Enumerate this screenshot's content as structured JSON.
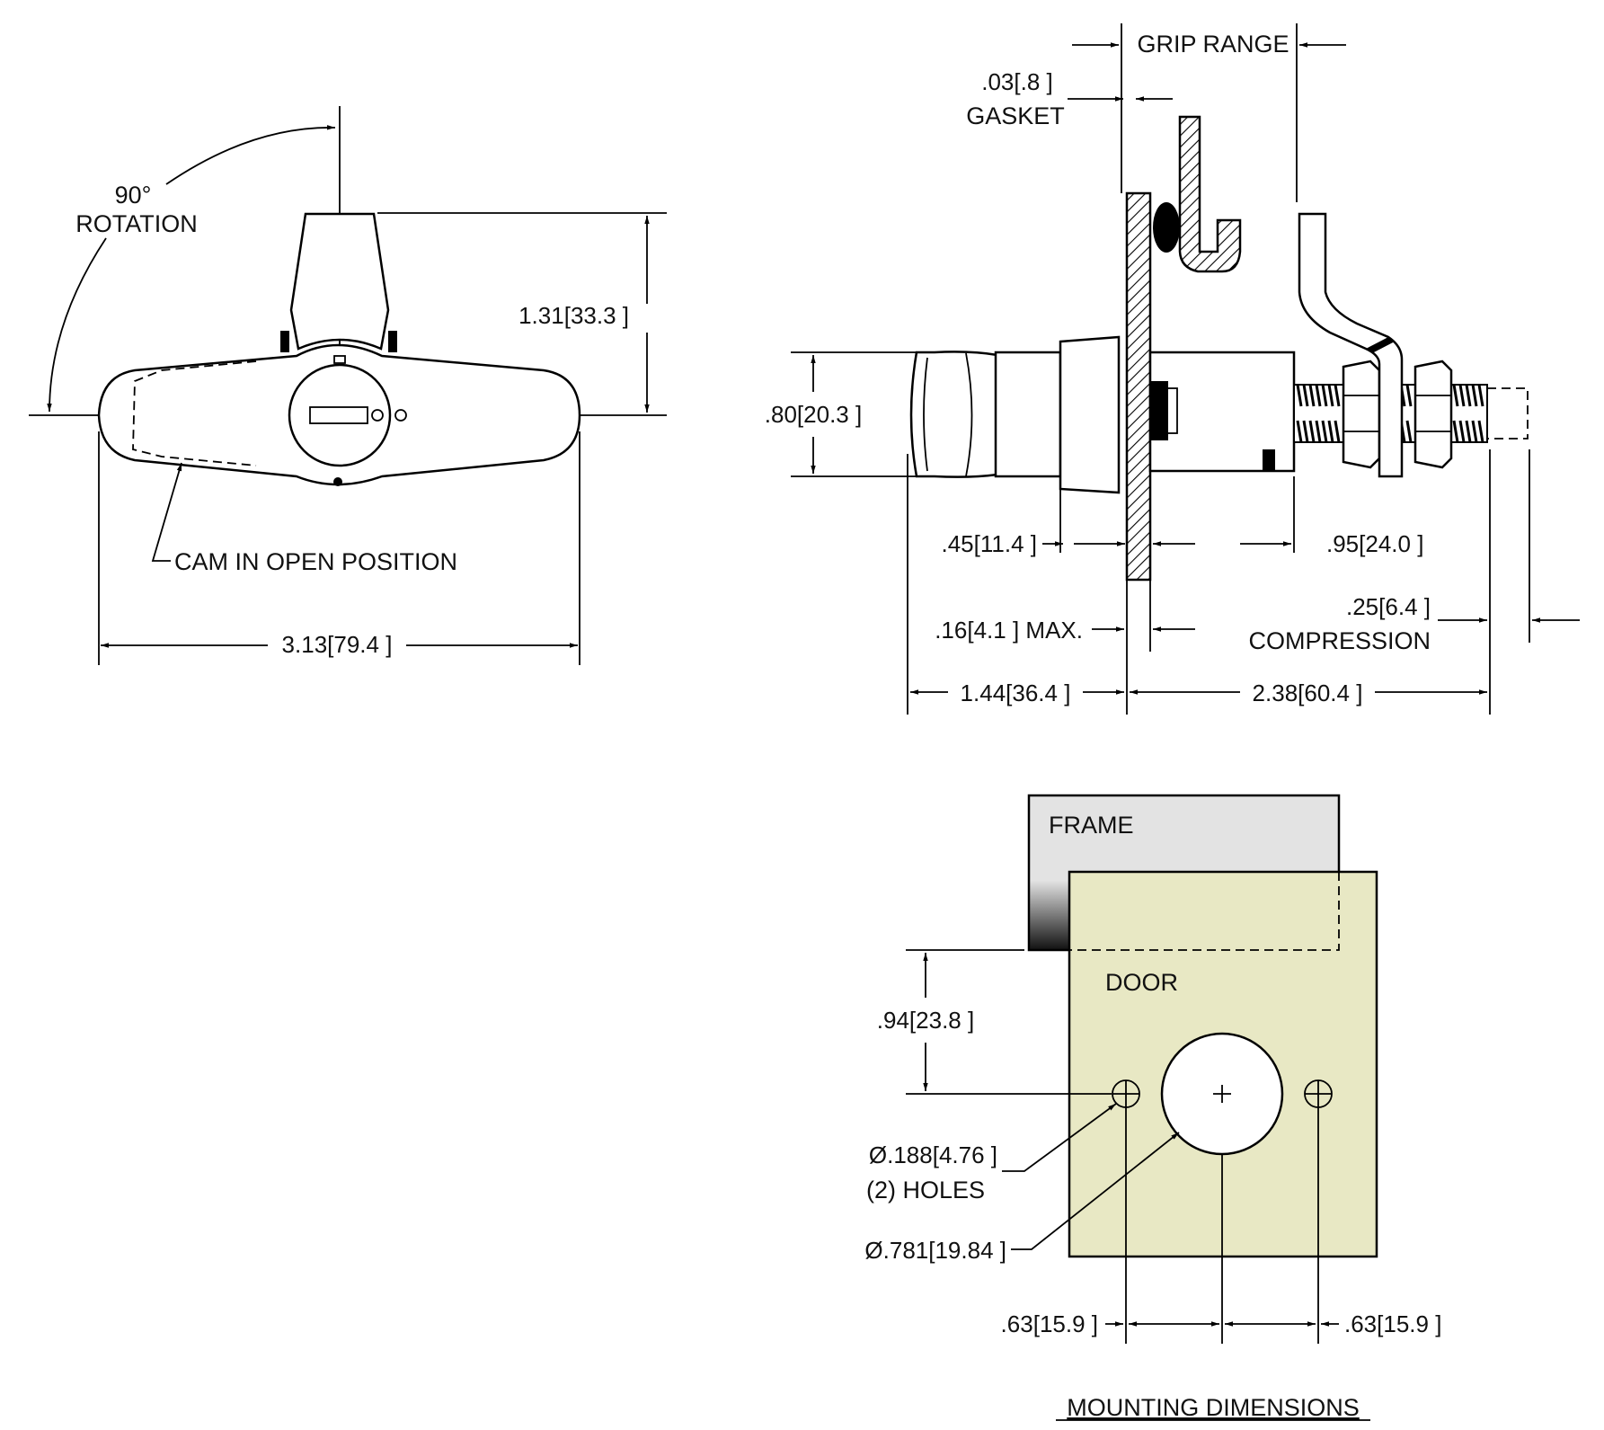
{
  "front_view": {
    "rotation_angle": "90°",
    "rotation_word": "ROTATION",
    "height_dim": "1.31",
    "height_dim_mm": "33.3",
    "width_dim": "3.13",
    "width_dim_mm": "79.4",
    "cam_note": "CAM IN OPEN POSITION"
  },
  "side_view": {
    "grip_range": "GRIP RANGE",
    "gasket_dim": ".03",
    "gasket_dim_mm": ".8",
    "gasket_word": "GASKET",
    "body_dia": ".80",
    "body_dia_mm": "20.3",
    "flange_dim": ".45",
    "flange_dim_mm": "11.4",
    "stud_dim": ".95",
    "stud_dim_mm": "24.0",
    "panel_dim": ".16",
    "panel_dim_mm": "4.1",
    "panel_max": "MAX.",
    "compression_dim": ".25",
    "compression_dim_mm": "6.4",
    "compression_word": "COMPRESSION",
    "front_length": "1.44",
    "front_length_mm": "36.4",
    "rear_length": "2.38",
    "rear_length_mm": "60.4"
  },
  "mounting": {
    "frame_label": "FRAME",
    "door_label": "DOOR",
    "edge_dim": ".94",
    "edge_dim_mm": "23.8",
    "small_hole_dia": "Ø.188",
    "small_hole_dia_mm": "4.76",
    "small_hole_count": "(2) HOLES",
    "large_hole_dia": "Ø.781",
    "large_hole_dia_mm": "19.84",
    "spacing_left": ".63",
    "spacing_left_mm": "15.9",
    "spacing_right": ".63",
    "spacing_right_mm": "15.9",
    "title": "MOUNTING DIMENSIONS"
  },
  "colors": {
    "frame_fill": "#e3e3e3",
    "door_fill": "#e8e8c4"
  }
}
